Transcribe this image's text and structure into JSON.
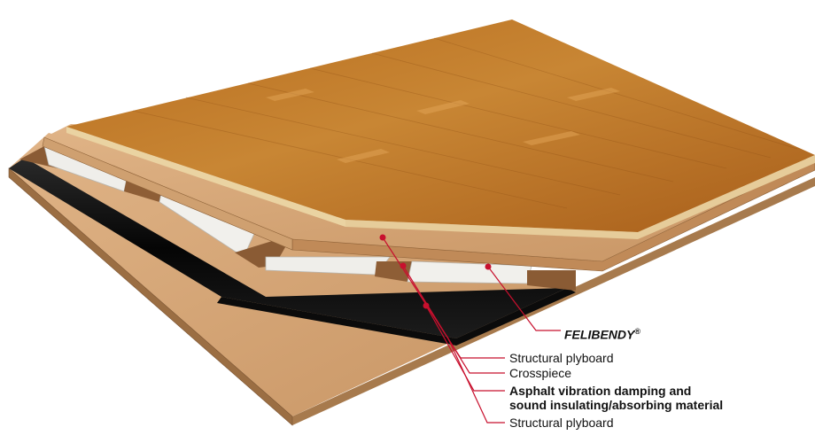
{
  "diagram": {
    "brand_label": "FELIBENDY",
    "brand_mark": "®",
    "labels": [
      "Structural plyboard",
      "Crosspiece",
      "Asphalt vibration damping and",
      "sound insulating/absorbing material",
      "Structural plyboard"
    ]
  },
  "colors": {
    "wood_top": "#c17a2a",
    "plywood": "#d7a878",
    "plywood_edge": "#b9895a",
    "asphalt": "#151515",
    "insulation": "#f2f1ee",
    "leader": "#c8102e"
  }
}
